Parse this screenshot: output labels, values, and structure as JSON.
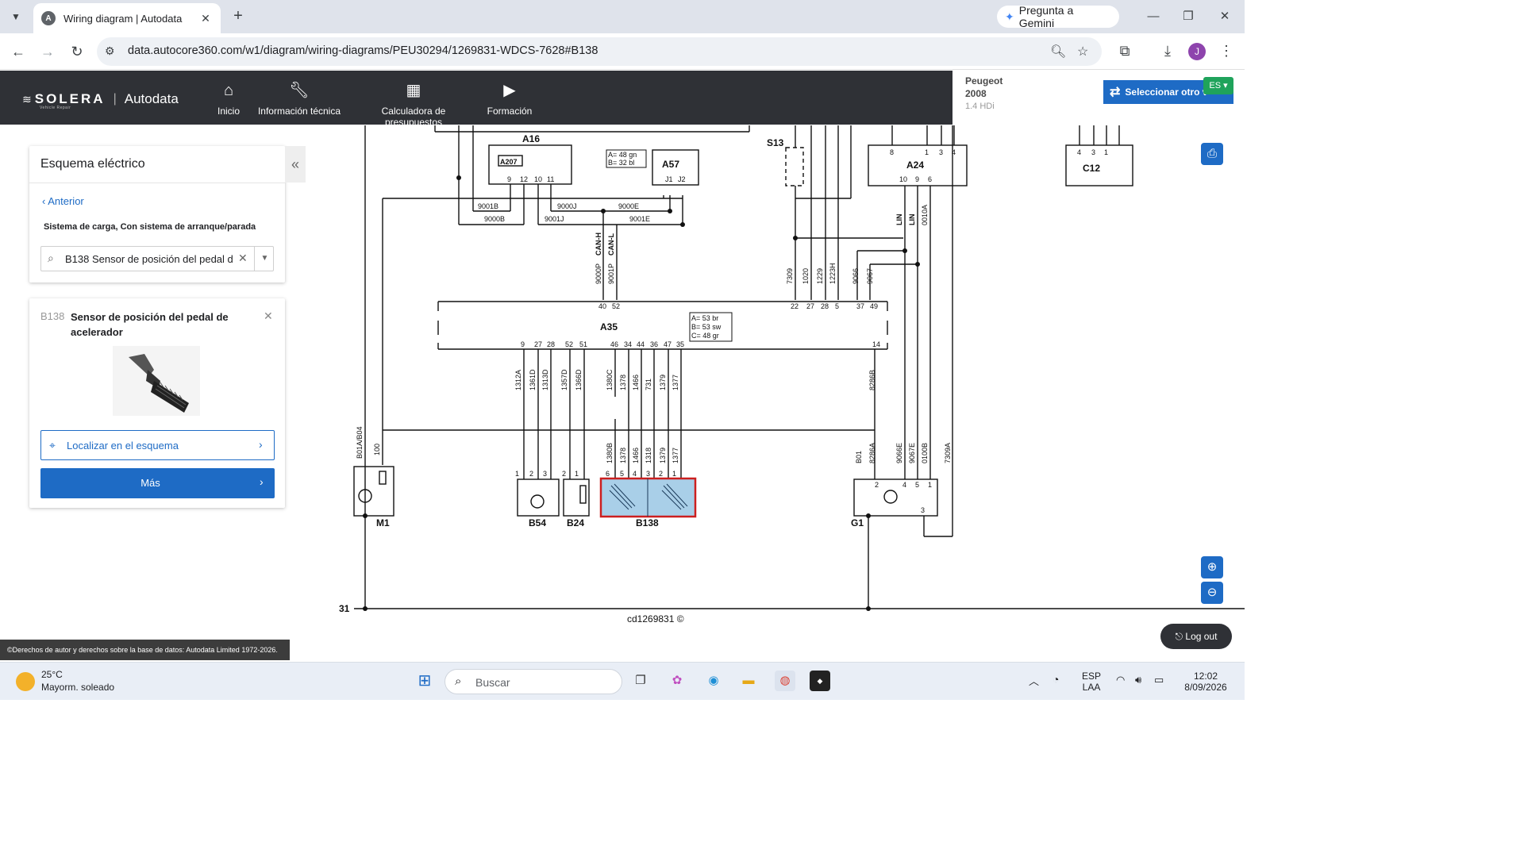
{
  "browser": {
    "tab_title": "Wiring diagram | Autodata",
    "gemini_label": "Pregunta a Gemini",
    "url": "data.autocore360.com/w1/diagram/wiring-diagrams/PEU30294/1269831-WDCS-7628#B138",
    "profile_initial": "J"
  },
  "header": {
    "brand": "SOLERA",
    "brand_sub": "Vehicle Repair",
    "product": "Autodata",
    "nav": [
      {
        "label": "Inicio",
        "icon": "home-icon"
      },
      {
        "label": "Información técnica",
        "icon": "wrench-icon"
      },
      {
        "label": "Calculadora de presupuestos",
        "icon": "calculator-icon"
      },
      {
        "label": "Formación",
        "icon": "play-icon"
      }
    ],
    "vehicle": {
      "make": "Peugeot",
      "model": "2008",
      "engine": "1.4 HDi"
    },
    "select_vehicle_label": "Seleccionar otro v",
    "language": "ES"
  },
  "sidebar": {
    "panel_title": "Esquema eléctrico",
    "back_label": "Anterior",
    "system_label": "Sistema de carga, Con sistema de arranque/parada",
    "search_value": "B138 Sensor de posición del pedal de"
  },
  "component": {
    "code": "B138",
    "name": "Sensor de posición del pedal de acelerador",
    "locate_label": "Localizar en el esquema",
    "more_label": "Más"
  },
  "copyright": "©Derechos de autor y derechos sobre la base de datos: Autodata Limited 1972-2026.",
  "diagram": {
    "ref": "cd1269831 ©",
    "ground_label": "31",
    "components": {
      "A16": "A16",
      "A207": "A207",
      "A57": "A57",
      "S13": "S13",
      "A24": "A24",
      "C12": "C12",
      "A35": "A35",
      "M1": "M1",
      "B54": "B54",
      "B24": "B24",
      "B138": "B138",
      "G1": "G1"
    },
    "notes": {
      "a57_colors": [
        "A= 48 gn",
        "B= 32 bl"
      ],
      "a35_colors": [
        "A= 53 br",
        "B= 53 sw",
        "C= 48 gr"
      ]
    },
    "a16_pins": [
      "9",
      "12",
      "10",
      "11"
    ],
    "a57_pins": [
      "J1",
      "J2"
    ],
    "a24_pins_top": [
      "8",
      "1",
      "3",
      "4"
    ],
    "a24_pins_bottom": [
      "10",
      "9",
      "6"
    ],
    "c12_pins": [
      "4",
      "3",
      "1"
    ],
    "a35_top_pins": [
      "40",
      "52",
      "22",
      "27",
      "28",
      "5",
      "37",
      "49"
    ],
    "a35_bottom_pins": [
      "9",
      "27",
      "28",
      "52",
      "51",
      "46",
      "34",
      "44",
      "36",
      "47",
      "35",
      "14"
    ],
    "top_wires": [
      "9001B",
      "9000B",
      "9000J",
      "9001J",
      "9000E",
      "9001E"
    ],
    "can_wires": [
      "CAN-H",
      "CAN-L",
      "9000P",
      "9001P"
    ],
    "right_vertical_wires": [
      "7309",
      "1020",
      "1229",
      "1223H",
      "9066",
      "9067"
    ],
    "lin_wires": [
      "LIN",
      "LIN",
      "0010A"
    ],
    "bottom_wires": [
      "1312A",
      "1361D",
      "1313D",
      "1357D",
      "1366D",
      "1380C",
      "1378",
      "1466",
      "731",
      "1379",
      "1377",
      "8286B"
    ],
    "b138_wires": [
      "1380B",
      "1378",
      "1466",
      "1318",
      "1379",
      "1377"
    ],
    "m1_wires": [
      "B01A/B04",
      "100"
    ],
    "g1_wires": [
      "B01",
      "8286A",
      "9066E",
      "9067E",
      "0100B",
      "7309A"
    ],
    "g1_pins": [
      "2",
      "4",
      "5",
      "1",
      "3"
    ],
    "b138_pins": [
      "6",
      "5",
      "4",
      "3",
      "2",
      "1"
    ],
    "b54_pins": [
      "1",
      "2",
      "3"
    ],
    "b24_pins": [
      "2",
      "1"
    ]
  },
  "taskbar": {
    "temperature": "25°C",
    "weather": "Mayorm. soleado",
    "search_placeholder": "Buscar",
    "lang_top": "ESP",
    "lang_bottom": "LAA",
    "time": "12:02",
    "date": "8/09/2026"
  },
  "logout_label": "Log out",
  "colors": {
    "accent": "#1e6bc5",
    "header_bg": "#2f3136",
    "highlight": "#cc1f1f",
    "component_fill": "#a9cfe8"
  }
}
